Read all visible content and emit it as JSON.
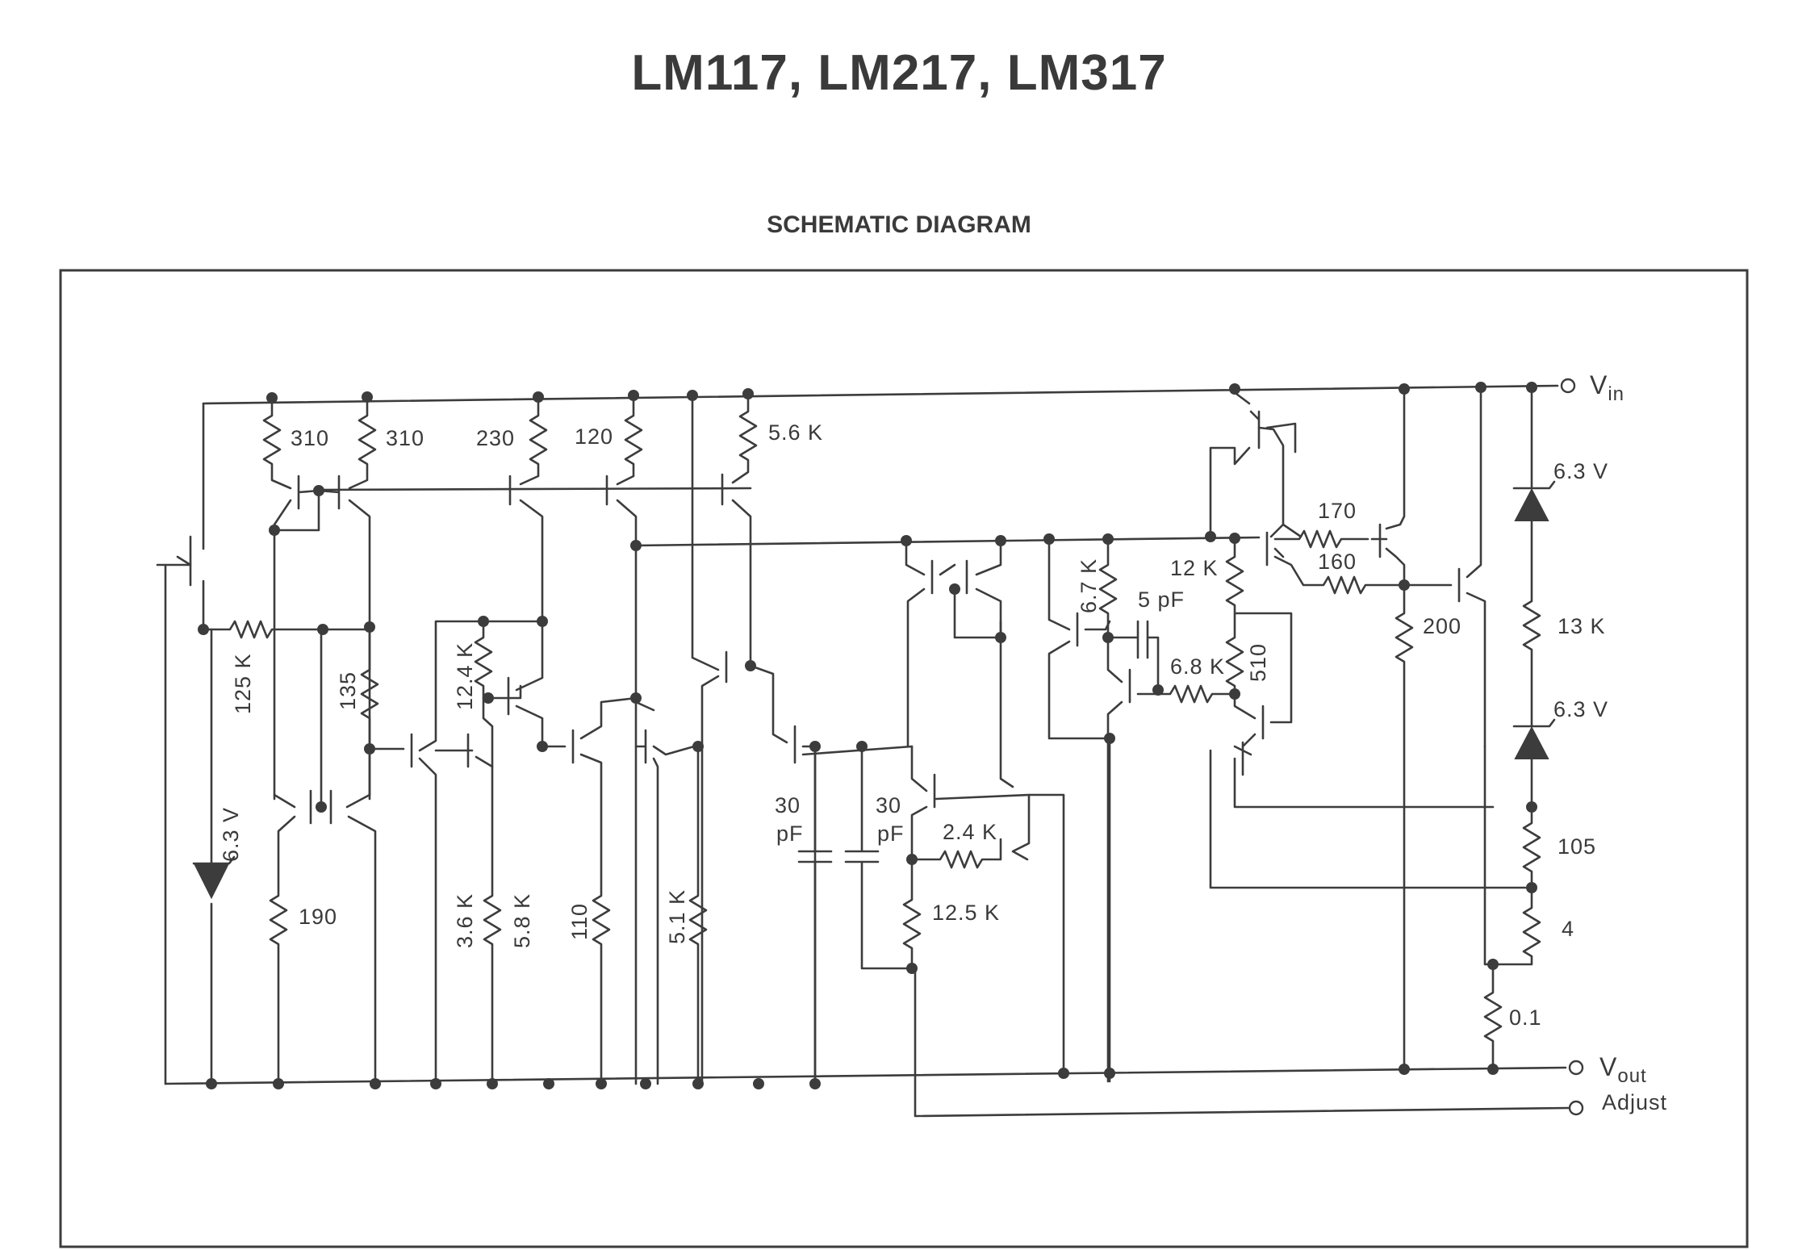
{
  "title": "LM117, LM217, LM317",
  "subtitle": "SCHEMATIC DIAGRAM",
  "terminals": {
    "vin": {
      "main": "V",
      "sub": "in"
    },
    "vout": {
      "main": "V",
      "sub": "out"
    },
    "adjust": "Adjust"
  },
  "resistors": {
    "r310a": "310",
    "r310b": "310",
    "r230": "230",
    "r120": "120",
    "r5k6": "5.6 K",
    "r125k": "125 K",
    "r135": "135",
    "r12k4": "12.4 K",
    "r190": "190",
    "r3k6": "3.6 K",
    "r5k8": "5.8 K",
    "r110": "110",
    "r5k1": "5.1 K",
    "r2k4": "2.4 K",
    "r12k5": "12.5 K",
    "r6k7": "6.7 K",
    "r6k8": "6.8 K",
    "r12k": "12 K",
    "r510": "510",
    "r170": "170",
    "r160": "160",
    "r200": "200",
    "r13k": "13 K",
    "r105": "105",
    "r4": "4",
    "r0_1": "0.1"
  },
  "capacitors": {
    "c30a": {
      "value": "30",
      "unit": "pF"
    },
    "c30b": {
      "value": "30",
      "unit": "pF"
    },
    "c5p": "5 pF"
  },
  "zeners": {
    "z1": "6.3 V",
    "z2": "6.3 V",
    "z3": "6.3 V"
  }
}
